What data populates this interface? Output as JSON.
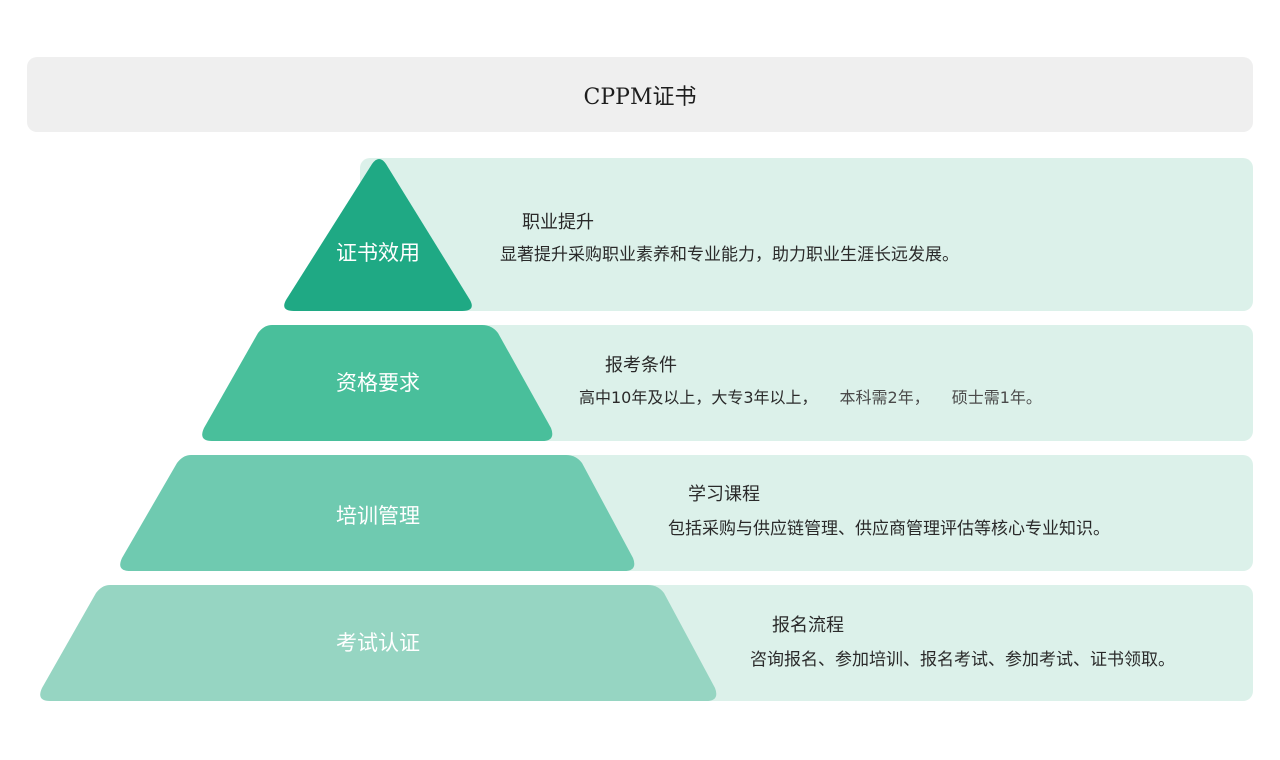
{
  "title": "CPPM证书",
  "colors": {
    "tier1": "#1fa984",
    "tier2": "#49bf9b",
    "tier3": "#6fcab0",
    "tier4": "#96d5c2",
    "panel": "#dcf1ea",
    "title_bg": "#efefef"
  },
  "tiers": [
    {
      "label": "证书效用",
      "heading": "职业提升",
      "description": "显著提升采购职业素养和专业能力，助力职业生涯长远发展。"
    },
    {
      "label": "资格要求",
      "heading": "报考条件",
      "description_parts": [
        "高中10年及以上，大专3年以上，",
        "本科需2年，",
        "硕士需1年。"
      ]
    },
    {
      "label": "培训管理",
      "heading": "学习课程",
      "description": "包括采购与供应链管理、供应商管理评估等核心专业知识。"
    },
    {
      "label": "考试认证",
      "heading": "报名流程",
      "description": "咨询报名、参加培训、报名考试、参加考试、证书领取。"
    }
  ]
}
